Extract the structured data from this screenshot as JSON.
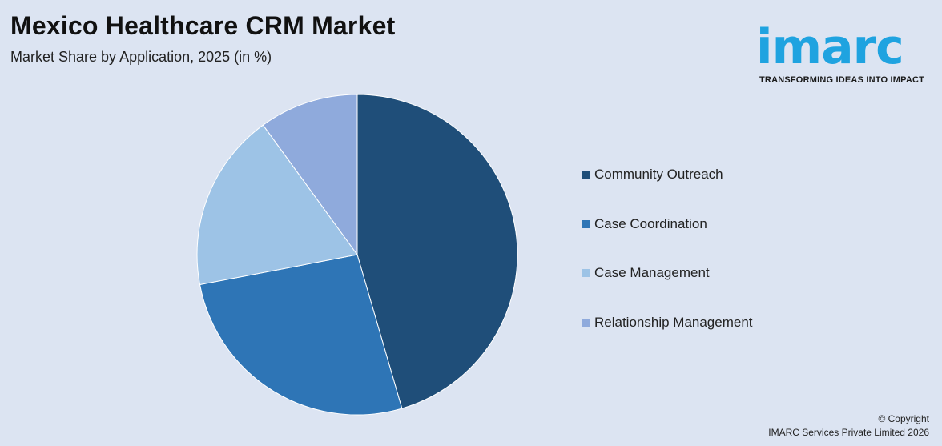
{
  "header": {
    "title": "Mexico Healthcare CRM Market",
    "subtitle": "Market Share by Application, 2025 (in %)"
  },
  "logo": {
    "wordmark": "imarc",
    "tagline": "TRANSFORMING IDEAS INTO IMPACT",
    "color": "#1fa3e0"
  },
  "chart_data": {
    "type": "pie",
    "title": "Mexico Healthcare CRM Market",
    "subtitle": "Market Share by Application, 2025 (in %)",
    "categories": [
      "Community Outreach",
      "Case Coordination",
      "Case Management",
      "Relationship Management"
    ],
    "values": [
      45.5,
      26.5,
      18.0,
      10.0
    ],
    "colors": [
      "#1f4e79",
      "#2e75b6",
      "#9dc3e6",
      "#8faadc"
    ],
    "start": "top",
    "direction": "clockwise",
    "legend": "right"
  },
  "footer": {
    "copyright_line1": "© Copyright",
    "copyright_line2": "IMARC Services Private Limited 2026"
  }
}
